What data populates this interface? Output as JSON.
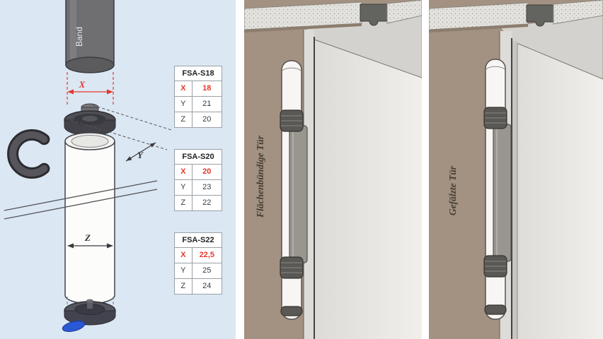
{
  "colors": {
    "accent_red": "#e5392b",
    "panel_blue": "#dbe7f3",
    "wall_tan": "#a39181"
  },
  "exploded_view": {
    "band_label": "Band",
    "dim_labels": {
      "x": "X",
      "y": "Y",
      "z": "Z"
    }
  },
  "tables": [
    {
      "title": "FSA-S18",
      "rows": [
        {
          "key": "X",
          "value": "18"
        },
        {
          "key": "Y",
          "value": "21"
        },
        {
          "key": "Z",
          "value": "20"
        }
      ]
    },
    {
      "title": "FSA-S20",
      "rows": [
        {
          "key": "X",
          "value": "20"
        },
        {
          "key": "Y",
          "value": "23"
        },
        {
          "key": "Z",
          "value": "22"
        }
      ]
    },
    {
      "title": "FSA-S22",
      "rows": [
        {
          "key": "X",
          "value": "22,5"
        },
        {
          "key": "Y",
          "value": "25"
        },
        {
          "key": "Z",
          "value": "24"
        }
      ]
    }
  ],
  "doors": [
    {
      "label": "Flächenbündige Tür"
    },
    {
      "label": "Gefälzte Tür"
    }
  ]
}
